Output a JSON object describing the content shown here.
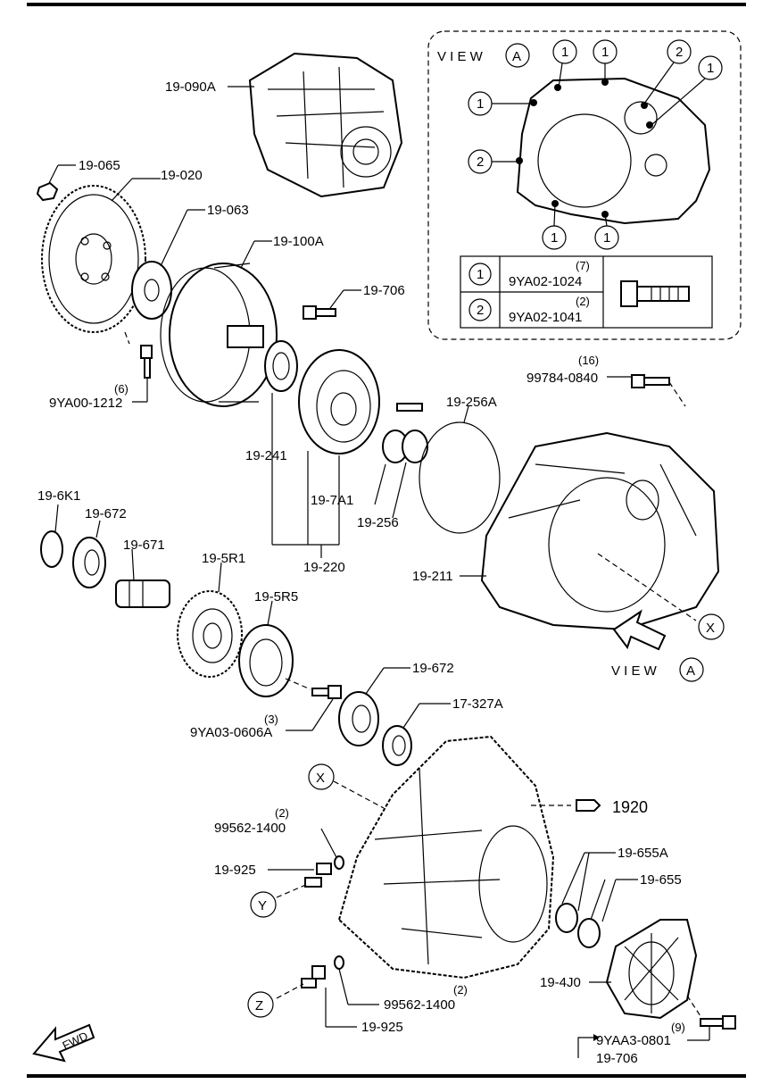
{
  "view": {
    "title_letters": "V I E W",
    "title_circle": "A",
    "marker_1": "1",
    "marker_2": "2",
    "table": [
      {
        "key": "1",
        "qty": "(7)",
        "part": "9YA02-1024"
      },
      {
        "key": "2",
        "qty": "(2)",
        "part": "9YA02-1041"
      }
    ]
  },
  "labels": {
    "p_19_090A": "19-090A",
    "p_19_065": "19-065",
    "p_19_020": "19-020",
    "p_19_063": "19-063",
    "p_19_100A": "19-100A",
    "p_19_706_top": "19-706",
    "qty_16": "(16)",
    "p_99784": "99784-0840",
    "qty_6": "(6)",
    "p_9YA00": "9YA00-1212",
    "p_19_256A": "19-256A",
    "p_19_241": "19-241",
    "p_19_7A1": "19-7A1",
    "p_19_256": "19-256",
    "p_19_6K1": "19-6K1",
    "p_19_672_a": "19-672",
    "p_19_671": "19-671",
    "p_19_5R1": "19-5R1",
    "p_19_5R5": "19-5R5",
    "p_19_220": "19-220",
    "p_19_211": "19-211",
    "view_arrow_text": "V I E W",
    "view_arrow_circle": "A",
    "callout_x": "X",
    "p_19_672_b": "19-672",
    "p_17_327A": "17-327A",
    "qty_3": "(3)",
    "p_9YA03": "9YA03-0606A",
    "callout_x2": "X",
    "ref_1920": "1920",
    "qty_2a": "(2)",
    "p_99562_a": "99562-1400",
    "p_19_925_a": "19-925",
    "callout_y": "Y",
    "p_19_655A": "19-655A",
    "p_19_655": "19-655",
    "p_19_4J0": "19-4J0",
    "callout_z": "Z",
    "qty_2b": "(2)",
    "p_99562_b": "99562-1400",
    "p_19_925_b": "19-925",
    "qty_9": "(9)",
    "p_9YAA3": "9YAA3-0801",
    "p_19_706_bottom": "19-706",
    "fwd": "FWD"
  }
}
